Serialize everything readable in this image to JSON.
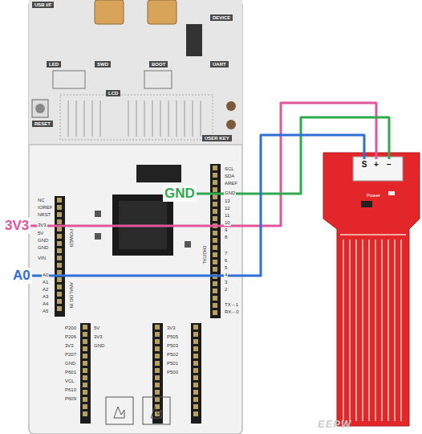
{
  "diagram": {
    "nodes": [
      {
        "text": [
          "Power"
        ]
      },
      {
        "text": [
          "S"
        ],
        "in": 0
      },
      {
        "text": [
          "+"
        ],
        "in": 0
      },
      {
        "text": [
          "−"
        ],
        "in": 0
      },
      {
        "text": [
          "GND"
        ]
      },
      {
        "text": [
          "3V3"
        ]
      },
      {
        "text": [
          "A0"
        ]
      }
    ],
    "edges": [
      {
        "from": 5,
        "to": 2,
        "arrow": "none"
      },
      {
        "from": 4,
        "to": 3,
        "arrow": "none"
      },
      {
        "from": 6,
        "to": 1,
        "arrow": "none"
      }
    ],
    "labels": [
      "USB I/F",
      "DEVICE",
      "LED",
      "SWD",
      "BOOT",
      "UART",
      "LCD",
      "RESET",
      "USER KEY",
      "NC",
      "IOREF",
      "NRST",
      "3V3",
      "5V",
      "GND",
      "GND",
      "VIN",
      "A0",
      "A1",
      "A2",
      "A3",
      "A4",
      "A5",
      "POWER",
      "ANALOG IN",
      "SCL",
      "SDA",
      "AREF",
      "GND",
      "13",
      "12",
      "11",
      "10",
      "9",
      "8",
      "7",
      "6",
      "5",
      "4",
      "3",
      "2",
      "TX→1",
      "RX←0",
      "DIGITAL",
      "P200",
      "P206",
      "3V3",
      "P207",
      "GND",
      "P601",
      "VCL",
      "P610",
      "P609",
      "5V",
      "3V3",
      "GND",
      "3V3",
      "P505",
      "P503",
      "P502",
      "P501",
      "P500",
      "EEPW"
    ]
  }
}
